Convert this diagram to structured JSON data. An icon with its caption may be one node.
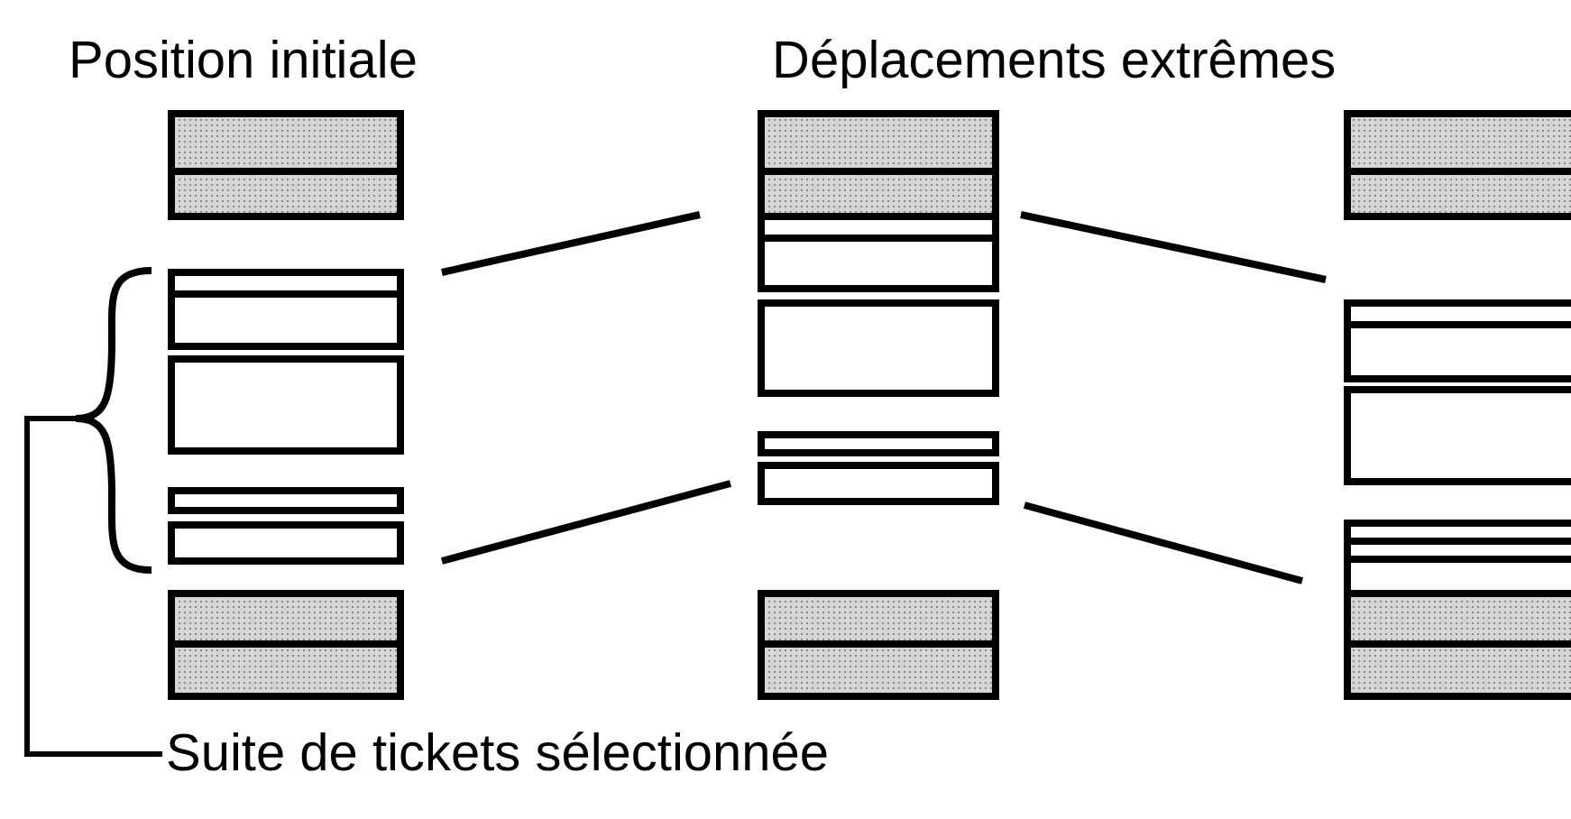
{
  "diagram": {
    "nodes": [
      {
        "text": [
          "Suite de tickets sélectionnée"
        ]
      },
      {
        "text": [],
        "shape": "bracket"
      }
    ],
    "edges": [
      {
        "from": 0,
        "to": 1,
        "arrow": "none"
      }
    ],
    "labels": [
      "Position initiale",
      "Déplacements extrêmes"
    ]
  }
}
